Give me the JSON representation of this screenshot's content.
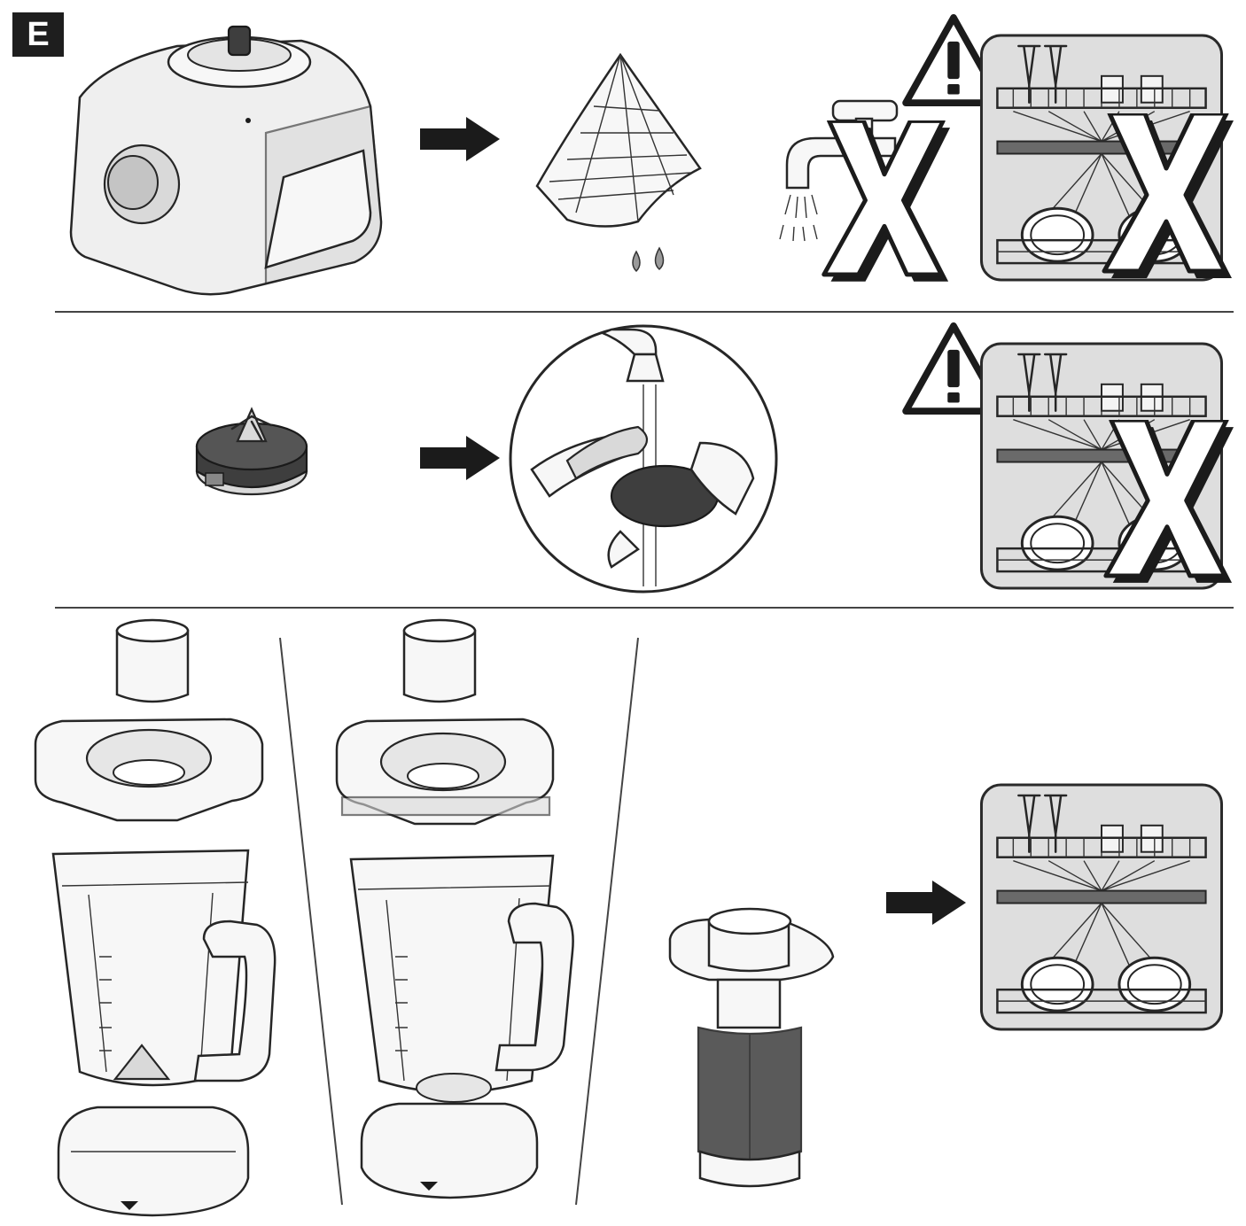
{
  "figure": {
    "label": "E",
    "accent": "#1b1b1b",
    "background": "#ffffff",
    "panel_fill": "#dedede"
  },
  "icons": {
    "arrow": "right-arrow-icon",
    "warning": "warning-triangle-icon",
    "prohibited": "cross-x-icon",
    "dishwasher": "dishwasher-icon"
  },
  "rows": [
    {
      "id": "motor-base",
      "steps": [
        "motor-base",
        "damp-cloth",
        "no-running-water",
        "no-dishwasher"
      ]
    },
    {
      "id": "blade-unit",
      "steps": [
        "blade-unit",
        "rinse-with-brush",
        "no-dishwasher"
      ]
    },
    {
      "id": "jug-parts",
      "steps": [
        "jug-assembled",
        "jug-exploded",
        "tamper",
        "dishwasher-safe"
      ]
    }
  ]
}
